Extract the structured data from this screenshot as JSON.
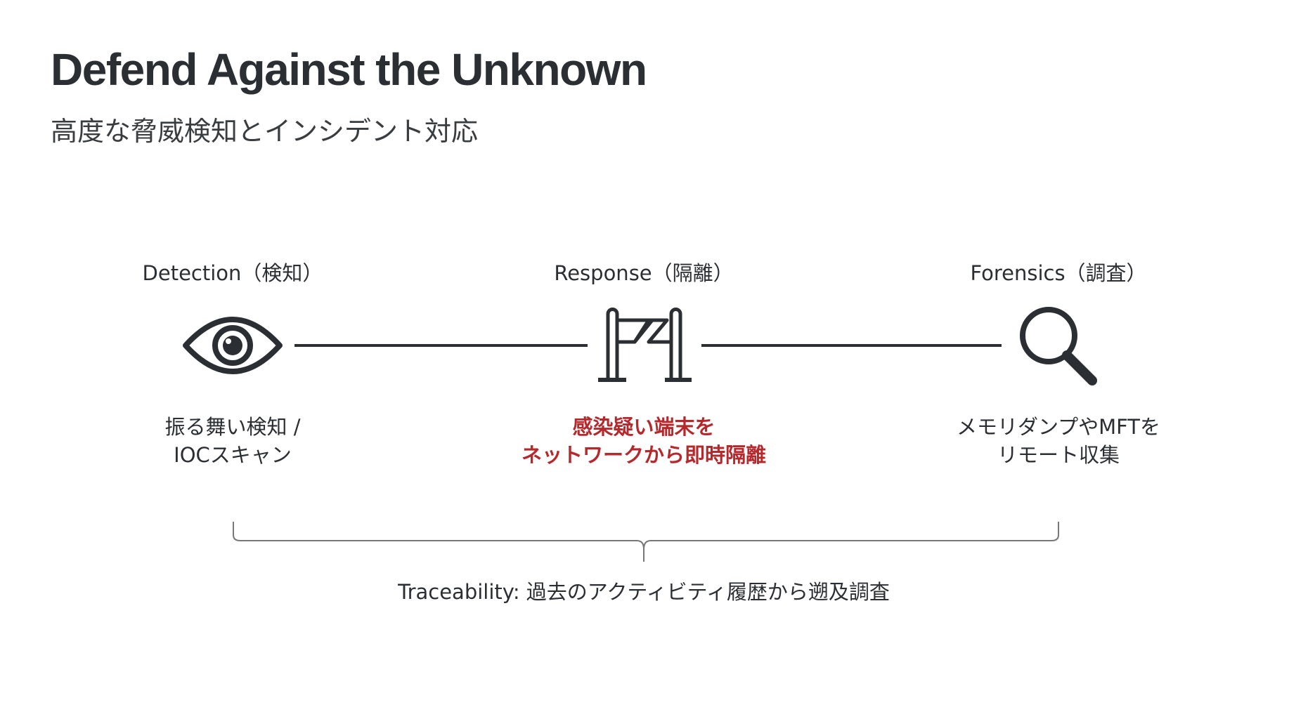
{
  "title": "Defend Against the Unknown",
  "subtitle": "高度な脅威検知とインシデント対応",
  "stages": [
    {
      "label": "Detection（検知）",
      "icon": "eye-icon",
      "desc_lines": [
        "振る舞い検知 /",
        "IOCスキャン"
      ]
    },
    {
      "label": "Response（隔離）",
      "icon": "gate-barrier-icon",
      "desc_lines": [
        "感染疑い端末を",
        "ネットワークから即時隔離"
      ]
    },
    {
      "label": "Forensics（調査）",
      "icon": "magnifier-icon",
      "desc_lines": [
        "メモリダンプやMFTを",
        "リモート収集"
      ]
    }
  ],
  "traceability": "Traceability: 過去のアクティビティ履歴から遡及調査",
  "colors": {
    "text": "#2b2f33",
    "highlight": "#b5282c",
    "brace": "#777777"
  }
}
